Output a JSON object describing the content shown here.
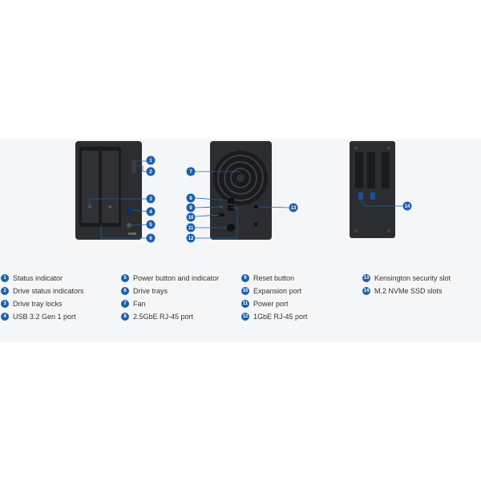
{
  "colors": {
    "panel_bg": "#f5f6f8",
    "badge": "#1f5fa8",
    "device_body": "#2b2d30",
    "device_dark": "#1a1b1d",
    "callout_line": "#1f5fa8",
    "text": "#333333"
  },
  "callouts": {
    "c1": "1",
    "c2": "2",
    "c3": "3",
    "c4": "4",
    "c5": "5",
    "c6": "6",
    "c7": "7",
    "c8": "8",
    "c9": "9",
    "c10": "10",
    "c11": "11",
    "c12": "12",
    "c13": "13",
    "c14": "14"
  },
  "legend": [
    {
      "num": "1",
      "label": "Status indicator"
    },
    {
      "num": "2",
      "label": "Drive status indicators"
    },
    {
      "num": "3",
      "label": "Drive tray locks"
    },
    {
      "num": "4",
      "label": "USB 3.2 Gen 1 port"
    },
    {
      "num": "5",
      "label": "Power button and indicator"
    },
    {
      "num": "6",
      "label": "Drive trays"
    },
    {
      "num": "7",
      "label": "Fan"
    },
    {
      "num": "8",
      "label": "2.5GbE RJ-45 port"
    },
    {
      "num": "9",
      "label": "Reset button"
    },
    {
      "num": "10",
      "label": "Expansion port"
    },
    {
      "num": "11",
      "label": "Power port"
    },
    {
      "num": "12",
      "label": "1GbE RJ-45 port"
    },
    {
      "num": "13",
      "label": "Kensington security slot"
    },
    {
      "num": "14",
      "label": "M.2 NVMe SSD slots"
    }
  ]
}
